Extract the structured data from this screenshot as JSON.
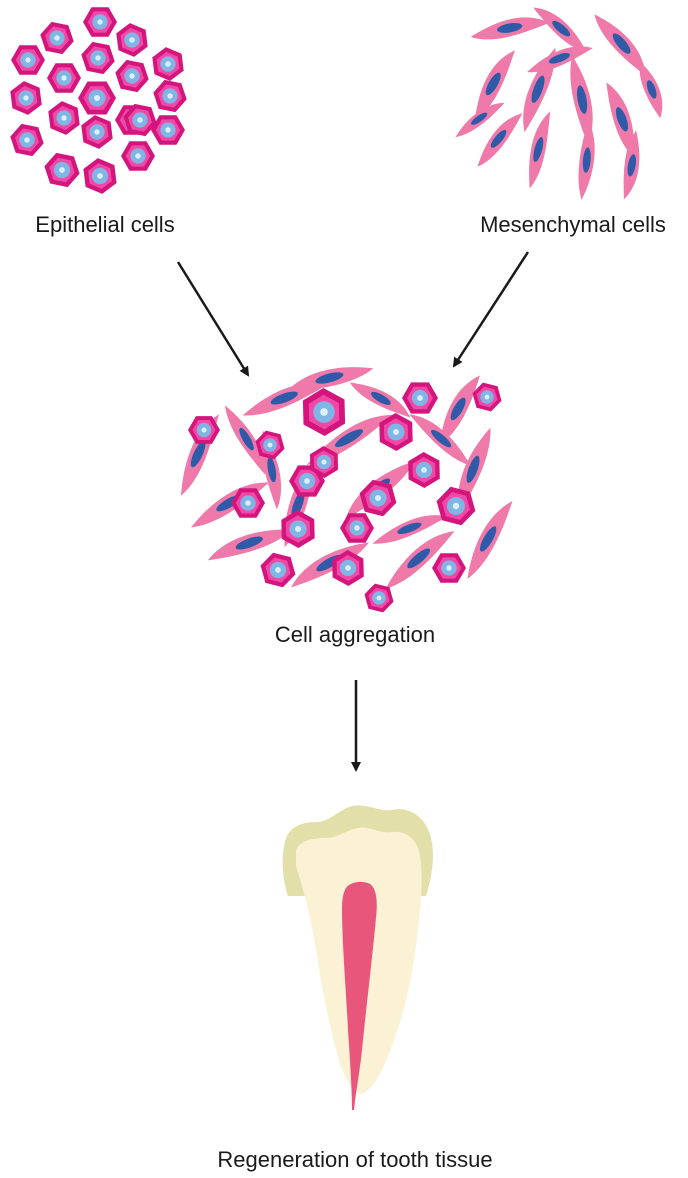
{
  "labels": {
    "epithelial": "Epithelial  cells",
    "mesenchymal": "Mesenchymal  cells",
    "aggregation": "Cell aggregation",
    "regeneration": "Regeneration of tooth tissue"
  },
  "colors": {
    "epithelial_outer": "#d4157e",
    "epithelial_inner": "#f04aa6",
    "nucleus": "#7fb6e6",
    "nucleus_core": "#d9f0ff",
    "mesenchymal_body": "#ef79a9",
    "mesenchymal_nucleus": "#2f5aa8",
    "arrow": "#1a1a1a",
    "tooth_crown": "#e3dfa8",
    "tooth_body": "#fbf1d4",
    "tooth_pulp": "#e8567c"
  },
  "icons": {
    "epithelial_cluster": "epithelial-cells-cluster-icon",
    "mesenchymal_cluster": "mesenchymal-cells-cluster-icon",
    "aggregation_cluster": "cell-aggregation-icon",
    "tooth": "tooth-icon"
  }
}
